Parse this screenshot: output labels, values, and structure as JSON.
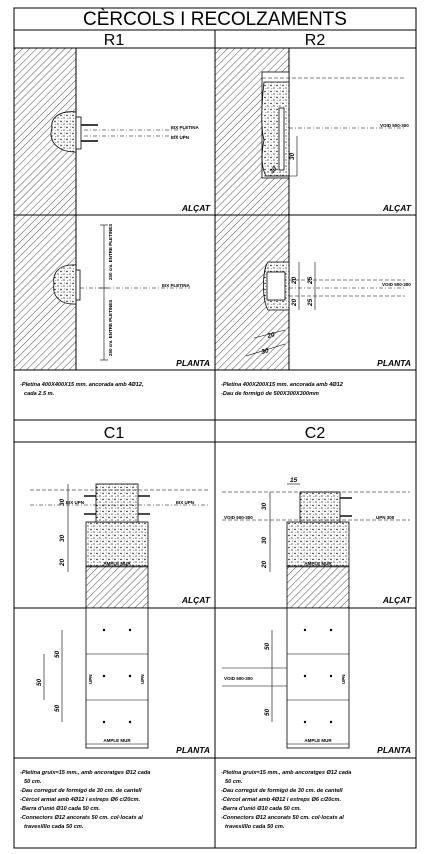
{
  "title": "CÈRCOLS I RECOLZAMENTS",
  "panels": {
    "r1": {
      "heading": "R1",
      "elevation_label": "ALÇAT",
      "plan_label": "PLANTA",
      "elev_line1": "EIX PLETINA",
      "elev_line2": "EIX UPN",
      "plan_line": "EIX PLETINA",
      "plan_vertical_1": "250 cm. ENTRE PLETINES",
      "plan_vertical_2": "250 cm. ENTRE PLETINES",
      "notes": [
        "-Pletina 400X400X15 mm. ancorada amb 4Ø12,",
        "cada 2.5 m."
      ]
    },
    "r2": {
      "heading": "R2",
      "elevation_label": "ALÇAT",
      "plan_label": "PLANTA",
      "void_elev": "VOID 500-300",
      "void_plan": "VOID 500-300",
      "dims_elev": [
        "30",
        "30"
      ],
      "dims_plan": [
        "20",
        "20",
        "25",
        "25",
        "20",
        "30"
      ],
      "notes": [
        "-Pletina 400X200X15 mm. ancorada amb 4Ø12",
        "-Dau de formigó de 500X300X300mm"
      ]
    },
    "c1": {
      "heading": "C1",
      "elevation_label": "ALÇAT",
      "plan_label": "PLANTA",
      "upn_left": "EIX UPN",
      "upn_right": "EIX UPN",
      "ample_mur_elev": "AMPLE MUR",
      "ample_mur_plan": "AMPLE MUR",
      "upn_plan": "UPN",
      "dims_elev": [
        "30",
        "30",
        "20"
      ],
      "dims_plan": [
        "50",
        "50",
        "50"
      ],
      "notes": [
        "-Pletina gruix=15 mm., amb ancoratges Ø12 cada",
        "50 cm.",
        "-Dau corregut de formigó de 30 cm. de cantell",
        "-Cèrcol armat amb 4Ø12 i estreps Ø6 c/20cm.",
        "-Barra d'unió Ø10 cada 50 cm.",
        "-Connectors Ø12 ancorats 50 cm. col·locats al",
        "travesilllo cada 50 cm."
      ]
    },
    "c2": {
      "heading": "C2",
      "elevation_label": "ALÇAT",
      "plan_label": "PLANTA",
      "void_elev": "VOID 500-300",
      "void_plan": "VOID 500-300",
      "upn_right": "UPN 300",
      "ample_mur_elev": "AMPLE MUR",
      "ample_mur_plan": "AMPLE MUR",
      "upn_plan": "UPN",
      "dims_elev": [
        "15",
        "30",
        "30",
        "20"
      ],
      "dims_plan": [
        "50",
        "50"
      ],
      "notes": [
        "-Pletina gruix=15 mm., amb ancoratges Ø12 cada",
        "50 cm.",
        "-Dau corregut de formigó de 30 cm. de cantell",
        "-Cèrcol armat amb 4Ø12 i estreps Ø6 c/20cm.",
        "-Barra d'unió Ø10 cada 50 cm.",
        "-Connectors Ø12 ancorats 50 cm. col·locats al",
        "travesilllo cada 50 cm."
      ]
    }
  }
}
